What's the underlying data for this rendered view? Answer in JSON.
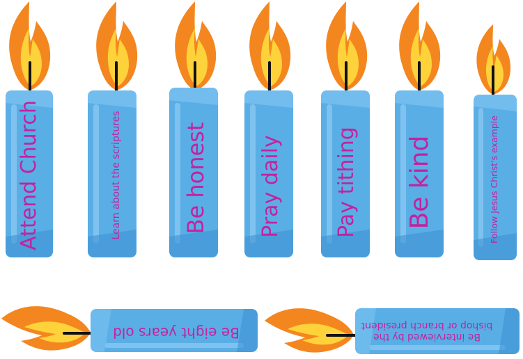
{
  "colors": {
    "candle_body": "#5aaee6",
    "candle_shadow": "#3a8fd0",
    "candle_highlight": "#8fcbf2",
    "flame_outer": "#f4861f",
    "flame_inner": "#fdd23a",
    "wick": "#111111",
    "text": "#c2239e"
  },
  "candles": [
    {
      "label": "Attend Church"
    },
    {
      "label": "Learn about the scriptures"
    },
    {
      "label": "Be honest"
    },
    {
      "label": "Pray daily"
    },
    {
      "label": "Pay tithing"
    },
    {
      "label": "Be kind"
    },
    {
      "label": "Follow Jesus Christ's example"
    },
    {
      "label": "Be eight years old"
    },
    {
      "label_line1": "Be interviewed by the",
      "label_line2": "bishop or branch president"
    }
  ]
}
